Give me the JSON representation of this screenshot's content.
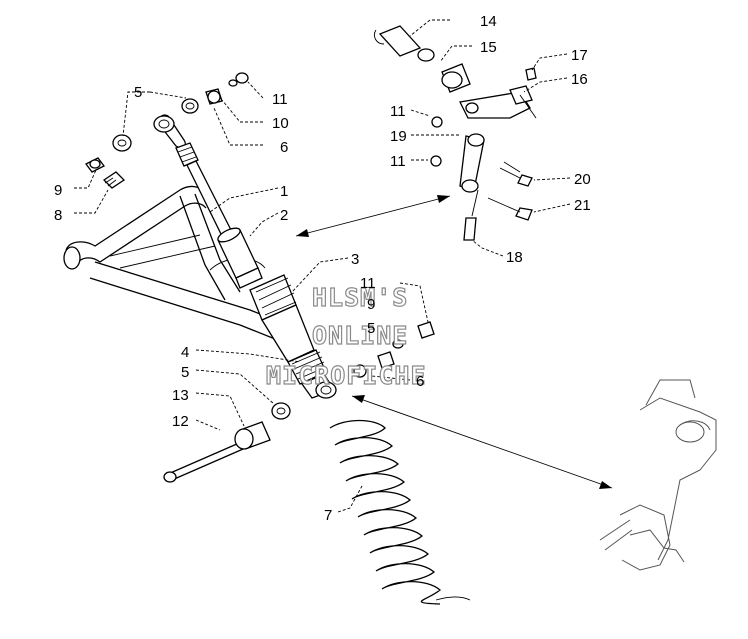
{
  "callouts": {
    "c1": "1",
    "c2": "2",
    "c3": "3",
    "c4": "4",
    "c5a": "5",
    "c5b": "5",
    "c5c": "5",
    "c6a": "6",
    "c6b": "6",
    "c7": "7",
    "c8": "8",
    "c9a": "9",
    "c9b": "9",
    "c10": "10",
    "c11a": "11",
    "c11b": "11",
    "c11c": "11",
    "c11d": "11",
    "c12": "12",
    "c13": "13",
    "c14": "14",
    "c15": "15",
    "c16": "16",
    "c17": "17",
    "c18": "18",
    "c19": "19",
    "c20": "20",
    "c21": "21"
  },
  "watermark": {
    "line1": "HLSM'S",
    "line2": "ONLINE",
    "line3": "MICROFICHE"
  }
}
